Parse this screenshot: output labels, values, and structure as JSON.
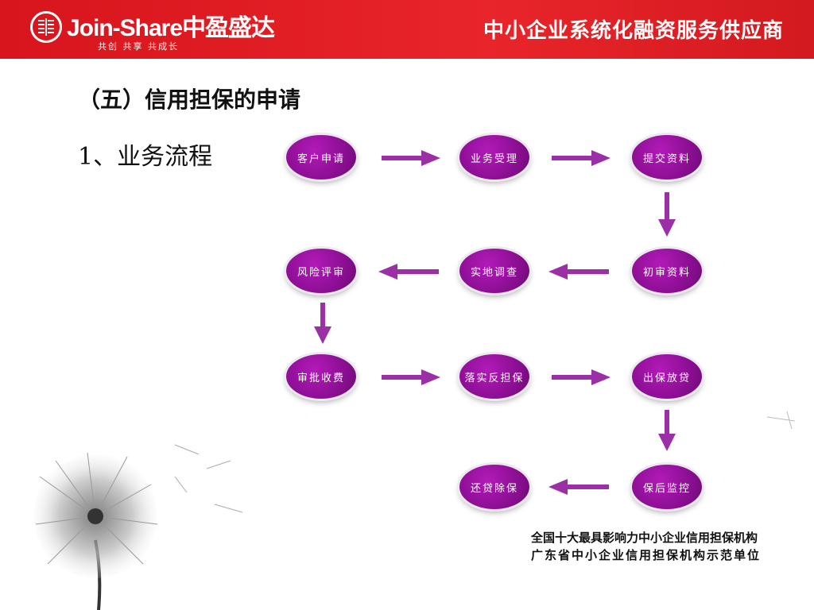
{
  "header": {
    "brand": "Join-Share中盈盛达",
    "brand_sub": "共创 共享 共成长",
    "slogan": "中小企业系统化融资服务供应商"
  },
  "section_title": "（五）信用担保的申请",
  "sub_title": "1、业务流程",
  "flow": {
    "nodes": [
      "客户申请",
      "业务受理",
      "提交资料",
      "初审资料",
      "实地调查",
      "风险评审",
      "审批收费",
      "落实反担保",
      "出保放贷",
      "保后监控",
      "还贷除保"
    ]
  },
  "caption": {
    "line1": "全国十大最具影响力中小企业信用担保机构",
    "line2": "广东省中小企业信用担保机构示范单位"
  },
  "colors": {
    "header_red": "#e01f26",
    "node_purple": "#8e0f95",
    "arrow_purple": "#9b2fa6"
  }
}
